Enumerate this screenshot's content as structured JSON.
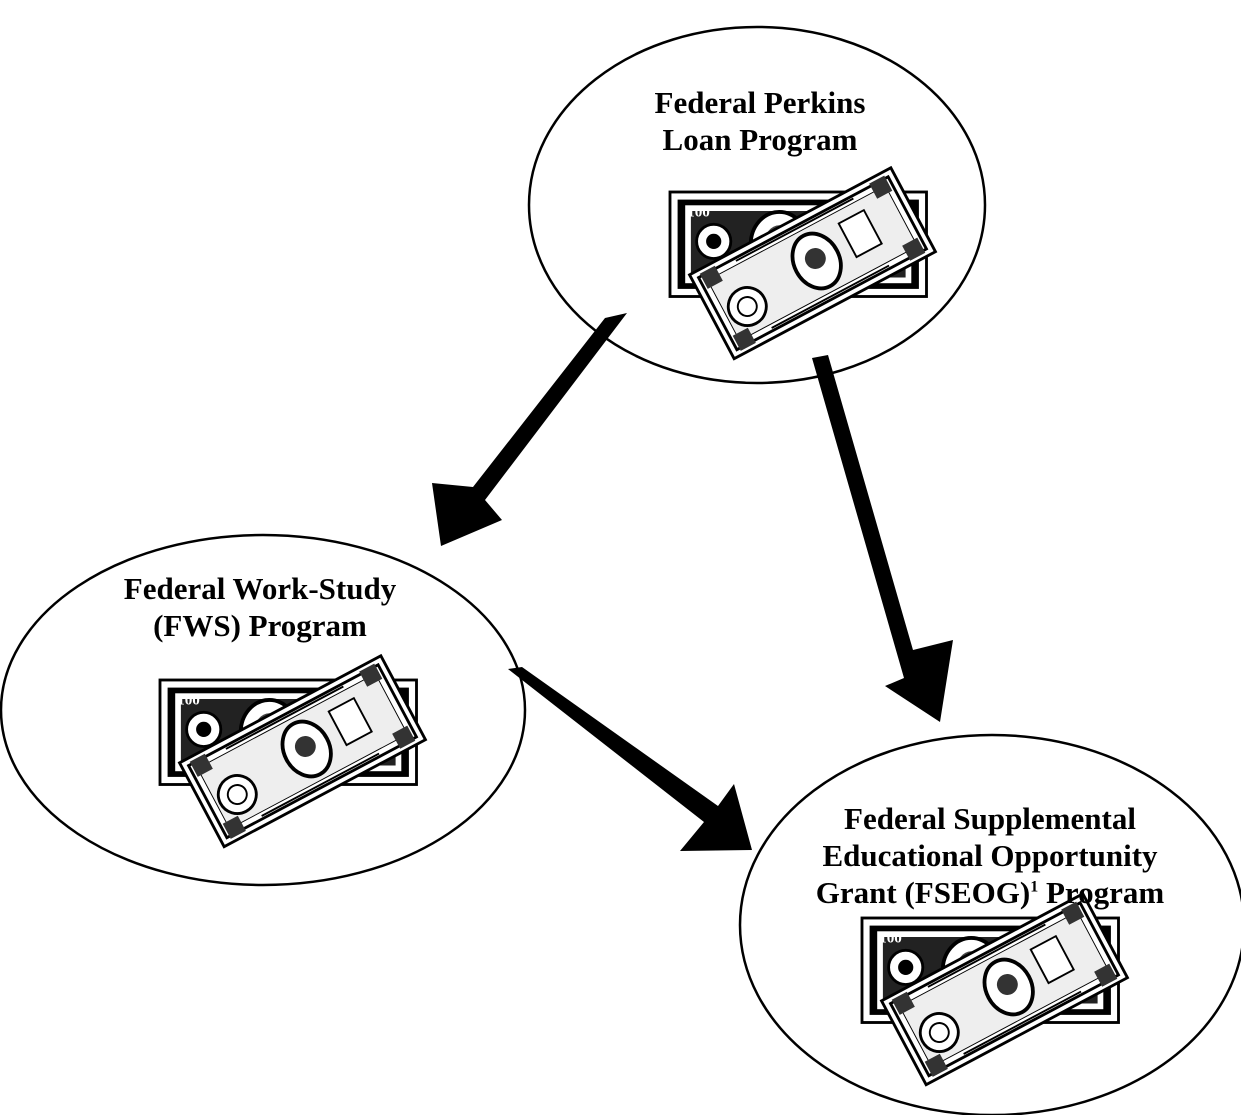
{
  "nodes": {
    "perkins": {
      "line1": "Federal Perkins",
      "line2": "Loan Program"
    },
    "fws": {
      "line1": "Federal Work-Study",
      "line2": "(FWS) Program"
    },
    "fseog": {
      "line1": "Federal Supplemental",
      "line2": "Educational Opportunity",
      "line3_pre": "Grant (FSEOG)",
      "line3_sup": "1",
      "line3_post": " Program"
    }
  },
  "edges": [
    {
      "from": "perkins",
      "to": "fws"
    },
    {
      "from": "perkins",
      "to": "fseog"
    },
    {
      "from": "fws",
      "to": "fseog"
    }
  ],
  "icons": [
    "money-stack-icon",
    "money-stack-icon",
    "money-stack-icon"
  ]
}
